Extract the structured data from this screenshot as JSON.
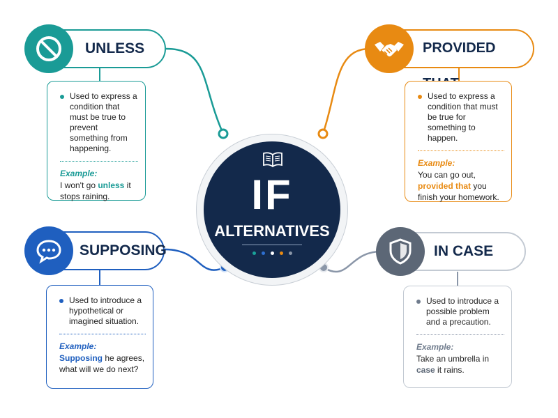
{
  "center": {
    "title": "IF",
    "subtitle": "ALTERNATIVES",
    "dot_colors": [
      "#1aa39a",
      "#2e6fd1",
      "#ffffff",
      "#e88a12",
      "#8a96a8"
    ]
  },
  "nodes": {
    "unless": {
      "title": "UNLESS",
      "icon": "no-entry-icon",
      "color": "#1a9b96",
      "description": "Used to express a condition that must be true to prevent something from happening.",
      "example_label": "Example:",
      "example_before": "I won't go ",
      "example_keyword": "unless",
      "example_after": " it stops raining."
    },
    "provided_that": {
      "title": "PROVIDED THAT",
      "icon": "handshake-icon",
      "color": "#e88a12",
      "description": "Used to express a condition that must be true for something to happen.",
      "example_label": "Example:",
      "example_before": "You can go out, ",
      "example_keyword": "provided that",
      "example_after": " you finish your homework."
    },
    "supposing": {
      "title": "SUPPOSING",
      "icon": "speech-bubble-icon",
      "color": "#1f5fbf",
      "description": "Used to introduce a hypothetical or imagined situation.",
      "example_label": "Example:",
      "example_before": "",
      "example_keyword": "Supposing",
      "example_after": " he agrees, what will we do next?"
    },
    "in_case": {
      "title": "IN CASE",
      "icon": "shield-icon",
      "color": "#6f7b8c",
      "description": "Used to introduce a possible problem and a precaution.",
      "example_label": "Example:",
      "example_before": "Take an umbrella in ",
      "example_keyword": "case",
      "example_after": " it rains."
    }
  }
}
